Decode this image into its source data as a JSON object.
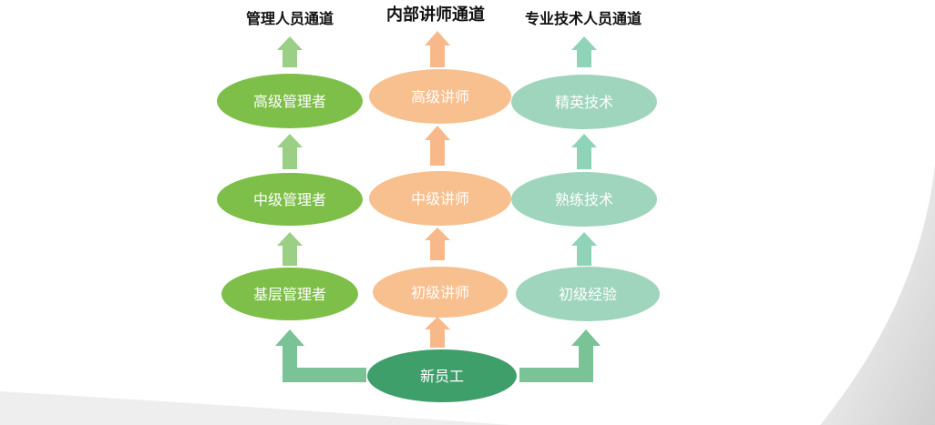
{
  "channels": {
    "management": {
      "title": "管理人员通道",
      "levels": [
        "基层管理者",
        "中级管理者",
        "高级管理者"
      ],
      "color": "#7dbf48",
      "arrow_color": "#9ccf86"
    },
    "lecturer": {
      "title": "内部讲师通道",
      "levels": [
        "初级讲师",
        "中级讲师",
        "高级讲师"
      ],
      "color": "#f8bf8f",
      "arrow_color": "#f8b98a"
    },
    "technical": {
      "title": "专业技术人员通道",
      "levels": [
        "初级经验",
        "熟练技术",
        "精英技术"
      ],
      "color": "#9fd5bd",
      "arrow_color": "#8fd4b8"
    }
  },
  "origin": {
    "label": "新员工",
    "color": "#3f9f6a",
    "connector_color": "#79c396"
  }
}
